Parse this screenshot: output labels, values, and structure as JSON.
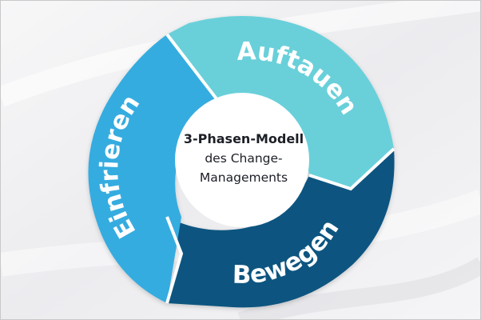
{
  "center": {
    "line1": "3-Phasen-Modell",
    "line2": "des Change-",
    "line3": "Managements"
  },
  "phases": [
    {
      "label": "Auftauen",
      "color": "#69d0da",
      "order": 1
    },
    {
      "label": "Bewegen",
      "color": "#0b5580",
      "order": 2
    },
    {
      "label": "Einfrieren",
      "color": "#36ace0",
      "order": 3
    }
  ],
  "colors": {
    "background": "#f2f2f4",
    "center_circle": "#ffffff",
    "center_text": "#1c1f26",
    "label_text": "#ffffff"
  }
}
